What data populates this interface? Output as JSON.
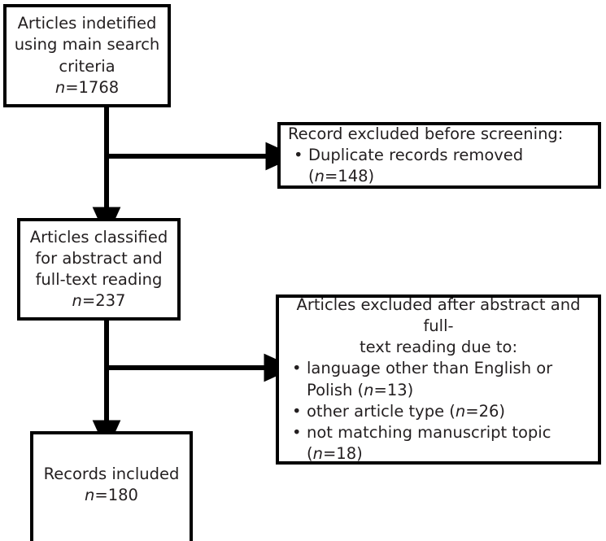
{
  "diagram": {
    "type": "prisma-flow-diagram",
    "title": "",
    "stroke_color": "#000000",
    "text_color": "#231f20",
    "background": "#ffffff"
  },
  "nodes": {
    "identified": {
      "name": "articles-identified",
      "lines": [
        "Articles indetified",
        "using main search",
        "criteria"
      ],
      "count_prefix": "n",
      "count_value": "=1768"
    },
    "classified": {
      "name": "articles-classified",
      "lines": [
        "Articles classified",
        "for abstract and",
        "full-text reading"
      ],
      "count_prefix": "n",
      "count_value": "=237"
    },
    "excluded_before": {
      "name": "records-excluded-before-screening",
      "heading": "Record excluded before screening:",
      "bullets": [
        {
          "text_before": "Duplicate records removed (",
          "ital": "n",
          "text_after": "=148)"
        }
      ]
    },
    "excluded_after": {
      "name": "articles-excluded-after-reading",
      "heading_line_1": "Articles excluded after abstract and full-",
      "heading_line_2": "text reading due to:",
      "bullets": [
        {
          "text_before": "language other than English or Polish (",
          "ital": "n",
          "text_after": "=13)"
        },
        {
          "text_before": "other article type (",
          "ital": "n",
          "text_after": "=26)"
        },
        {
          "text_before": "not matching manuscript topic (",
          "ital": "n",
          "text_after": "=18)"
        }
      ]
    },
    "included": {
      "name": "records-included",
      "lines": [
        "Records included"
      ],
      "count_prefix": "n",
      "count_value": "=180"
    }
  },
  "connectors": [
    {
      "name": "arrow-identified-to-classified",
      "kind": "vertical-arrow"
    },
    {
      "name": "arrow-identified-to-excluded-before",
      "kind": "horizontal-arrow"
    },
    {
      "name": "arrow-classified-to-included",
      "kind": "vertical-arrow"
    },
    {
      "name": "arrow-classified-to-excluded-after",
      "kind": "horizontal-arrow"
    }
  ]
}
